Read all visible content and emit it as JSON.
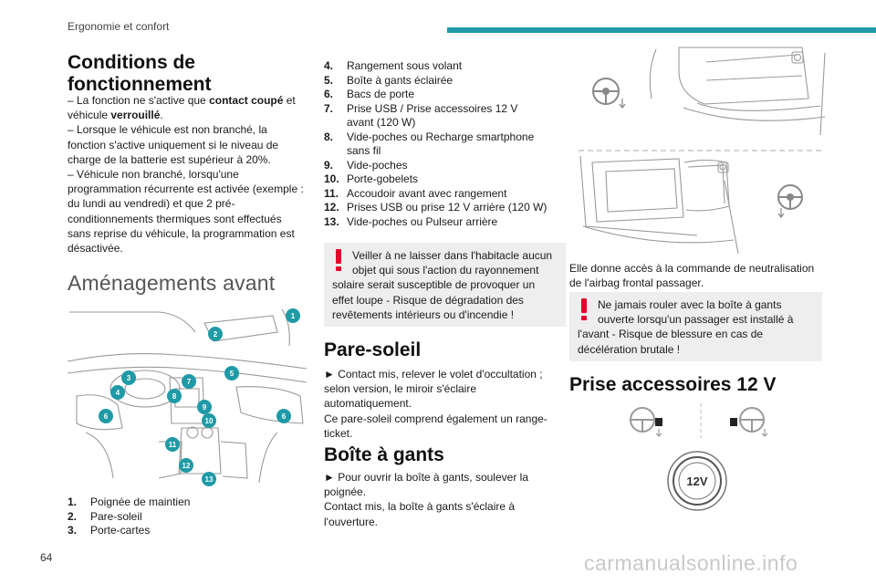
{
  "header": {
    "section_title": "Ergonomie et confort",
    "accent_color": "#1f9aa6"
  },
  "left": {
    "conditions_title": "Conditions de fonctionnement",
    "conditions_items": [
      {
        "prefix": "– La fonction ne s'active que ",
        "bold": "contact coupé",
        "suffix": " et véhicule ",
        "bold2": "verrouillé",
        "end": "."
      },
      {
        "text": "– Lorsque le véhicule est non branché, la fonction s'active uniquement si le niveau de charge de la batterie est supérieur à 20%."
      },
      {
        "text": "– Véhicule non branché, lorsqu'une programmation récurrente est activée (exemple : du lundi au vendredi) et que 2 pré-conditionnements thermiques sont effectués sans reprise du véhicule, la programmation est désactivée."
      }
    ],
    "front_title": "Aménagements avant",
    "callouts": [
      "1",
      "2",
      "3",
      "4",
      "5",
      "6",
      "7",
      "8",
      "9",
      "10",
      "11",
      "12",
      "13",
      "6"
    ],
    "items_1_3": [
      {
        "n": "1.",
        "label": "Poignée de maintien"
      },
      {
        "n": "2.",
        "label": "Pare-soleil"
      },
      {
        "n": "3.",
        "label": "Porte-cartes"
      }
    ]
  },
  "middle": {
    "items_4_13": [
      {
        "n": "4.",
        "label": "Rangement sous volant"
      },
      {
        "n": "5.",
        "label": "Boîte à gants éclairée"
      },
      {
        "n": "6.",
        "label": "Bacs de porte"
      },
      {
        "n": "7.",
        "label": "Prise USB / Prise accessoires 12 V avant (120 W)"
      },
      {
        "n": "8.",
        "label": "Vide-poches ou Recharge smartphone sans fil"
      },
      {
        "n": "9.",
        "label": "Vide-poches"
      },
      {
        "n": "10.",
        "label": "Porte-gobelets"
      },
      {
        "n": "11.",
        "label": "Accoudoir avant avec rangement"
      },
      {
        "n": "12.",
        "label": "Prises USB ou prise 12 V arrière (120 W)"
      },
      {
        "n": "13.",
        "label": "Vide-poches ou Pulseur arrière"
      }
    ],
    "warning_sun": "Veiller à ne laisser dans l'habitacle aucun objet qui sous l'action du rayonnement solaire serait susceptible de provoquer un effet loupe - Risque de dégradation des revêtements intérieurs ou d'incendie !",
    "sunvisor_title": "Pare-soleil",
    "sunvisor_text": "► Contact mis, relever le volet d'occultation ; selon version, le miroir s'éclaire automatiquement.",
    "sunvisor_text2": "Ce pare-soleil comprend également un range-ticket.",
    "glovebox_title": "Boîte à gants",
    "glovebox_text": "► Pour ouvrir la boîte à gants, soulever la poignée.",
    "glovebox_text2": "Contact mis, la boîte à gants s'éclaire à l'ouverture."
  },
  "right": {
    "airbag_text": "Elle donne accès à la commande de neutralisation de l'airbag frontal passager.",
    "warning_glovebox": "Ne jamais rouler avec la boîte à gants ouverte lorsqu'un passager est installé à l'avant - Risque de blessure en cas de décélération brutale !",
    "socket_title": "Prise accessoires 12 V",
    "socket_label": "12V"
  },
  "footer": {
    "page_number": "64",
    "watermark": "carmanualsonline.info"
  }
}
